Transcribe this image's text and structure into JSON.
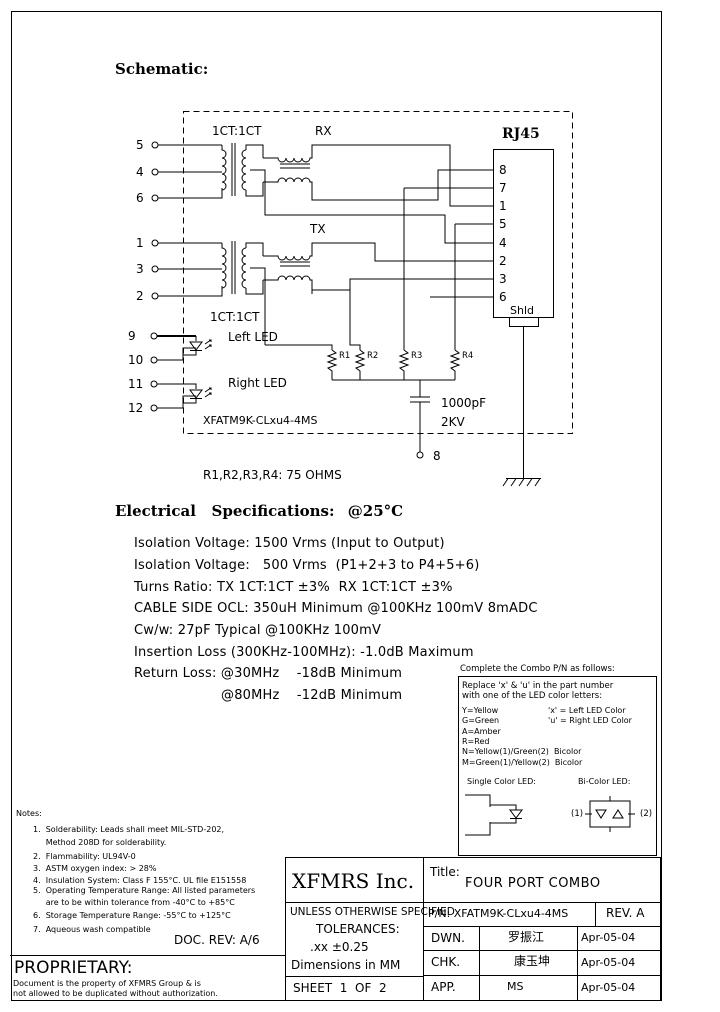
{
  "schematic": {
    "heading": "Schematic:",
    "labels": {
      "ct_top": "1CT:1CT",
      "ct_bottom": "1CT:1CT",
      "rx": "RX",
      "tx": "TX",
      "rj45": "RJ45",
      "shld": "Shld",
      "left_led": "Left LED",
      "right_led": "Right LED",
      "part": "XFATM9K-CLxu4-4MS",
      "cap_value": "1000pF",
      "cap_voltage": "2KV",
      "r1": "R1",
      "r2": "R2",
      "r3": "R3",
      "r4": "R4",
      "resistors": "R1,R2,R3,R4: 75 OHMS"
    },
    "left_pins": [
      "5",
      "4",
      "6",
      "1",
      "3",
      "2",
      "9",
      "10",
      "11",
      "12"
    ],
    "rj45_pins": [
      "8",
      "7",
      "1",
      "5",
      "4",
      "2",
      "3",
      "6"
    ],
    "bottom_pin": "8"
  },
  "electrical": {
    "heading": "Electrical   Specifications:",
    "temp": "@25°C",
    "lines": [
      "Isolation Voltage:   1500 Vrms (Input to Output)",
      "Isolation Voltage:   500 Vrms  (P1+2+3 to P4+5+6)",
      "Turns Ratio: TX 1CT:1CT ±3%  RX 1CT:1CT ±3%",
      "CABLE SIDE OCL: 350uH Minimum @100KHz 100mV 8mADC",
      "Cw/w: 27pF Typical @100KHz 100mV",
      "Insertion Loss (300KHz-100MHz): -1.0dB Maximum",
      "Return Loss: @30MHz    -18dB Minimum",
      "@80MHz    -12dB Minimum"
    ]
  },
  "combo": {
    "title": "Complete the Combo P/N as follows:",
    "intro1": "Replace 'x' & 'u' in the part number",
    "intro2": "with one of the LED color letters:",
    "colors": [
      "Y=Yellow",
      "G=Green",
      "A=Amber",
      "R=Red",
      "N=Yellow(1)/Green(2)  Bicolor",
      "M=Green(1)/Yellow(2)  Bicolor"
    ],
    "x_def": "'x' = Left LED Color",
    "u_def": "'u' = Right LED Color",
    "single": "Single Color LED:",
    "bi": "Bi-Color LED:",
    "bi1": "(1)",
    "bi2": "(2)"
  },
  "notes": {
    "heading": "Notes:",
    "items": [
      "1.  Solderability: Leads shall meet MIL-STD-202,",
      "     Method 208D for solderability.",
      "2.  Flammability: UL94V-0",
      "3.  ASTM oxygen index: > 28%",
      "4.  Insulation System: Class F 155°C. UL file E151558",
      "5.  Operating Temperature Range: All listed parameters",
      "     are to be within tolerance from -40°C to +85°C",
      "6.  Storage Temperature Range: -55°C to +125°C",
      "7.  Aqueous wash compatible"
    ]
  },
  "doc_rev": "DOC. REV: A/6",
  "proprietary": {
    "title": "PROPRIETARY:",
    "line1": "Document is the property of XFMRS Group & is",
    "line2": "not allowed to be duplicated without authorization."
  },
  "title_block": {
    "company": "XFMRS Inc.",
    "unless": "UNLESS OTHERWISE SPECIFIED",
    "tolerances": "TOLERANCES:",
    "tol_value": ".xx ±0.25",
    "dims": "Dimensions in MM",
    "sheet": "SHEET  1  OF  2",
    "title_label": "Title:",
    "title": "FOUR PORT COMBO",
    "pn": "P/N: XFATM9K-CLxu4-4MS",
    "rev": "REV. A",
    "rows": [
      {
        "label": "DWN.",
        "name": "罗振江",
        "date": "Apr-05-04"
      },
      {
        "label": "CHK.",
        "name": "康玉坤",
        "date": "Apr-05-04"
      },
      {
        "label": "APP.",
        "name": "MS",
        "date": "Apr-05-04"
      }
    ]
  }
}
